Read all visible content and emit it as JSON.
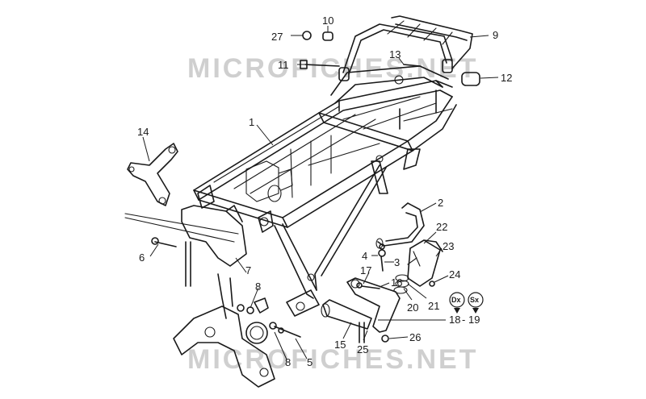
{
  "watermarks": [
    "MICROFICHES.NET",
    "MICROFICHES.NET"
  ],
  "callouts": [
    "1",
    "2",
    "3",
    "4",
    "5",
    "6",
    "7",
    "8",
    "8",
    "9",
    "10",
    "11",
    "12",
    "13",
    "14",
    "15",
    "16",
    "17",
    "18",
    "19",
    "20",
    "21",
    "22",
    "23",
    "24",
    "25",
    "26",
    "27"
  ],
  "badges": [
    "Dx",
    "Sx"
  ],
  "callout_joiner": "-"
}
